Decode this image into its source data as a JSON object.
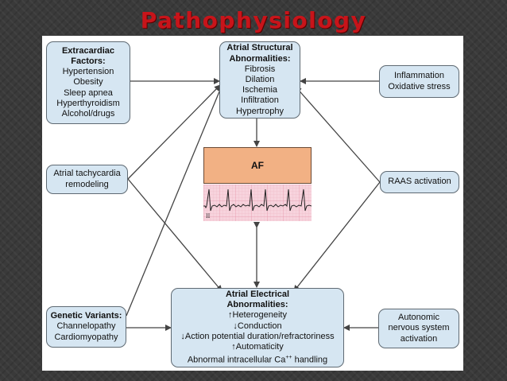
{
  "title": "Pathophysiology",
  "boxes": {
    "extracardiac": {
      "header": [
        "Extracardiac",
        "Factors:"
      ],
      "items": [
        "Hypertension",
        "Obesity",
        "Sleep apnea",
        "Hyperthyroidism",
        "Alcohol/drugs"
      ]
    },
    "structural": {
      "header": [
        "Atrial Structural",
        "Abnormalities:"
      ],
      "items": [
        "Fibrosis",
        "Dilation",
        "Ischemia",
        "Infiltration",
        "Hypertrophy"
      ]
    },
    "inflammation": {
      "items": [
        "Inflammation",
        "Oxidative stress"
      ]
    },
    "tachycardia": {
      "items": [
        "Atrial tachycardia",
        "remodeling"
      ]
    },
    "raas": {
      "items": [
        "RAAS activation"
      ]
    },
    "genetic": {
      "header": [
        "Genetic Variants:"
      ],
      "items": [
        "Channelopathy",
        "Cardiomyopathy"
      ]
    },
    "electrical": {
      "header": [
        "Atrial Electrical",
        "Abnormalities:"
      ],
      "items": [
        "↑Heterogeneity",
        "↓Conduction",
        "↓Action potential duration/refractoriness",
        "↑Automaticity"
      ],
      "last_prefix": "Abnormal intracellular Ca",
      "last_sup": "++",
      "last_suffix": " handling"
    },
    "autonomic": {
      "items": [
        "Autonomic",
        "nervous system",
        "activation"
      ]
    }
  },
  "af": {
    "label": "AF",
    "lead_label": "II"
  },
  "colors": {
    "title": "#c8141a",
    "box_fill": "#d6e6f2",
    "box_border": "#5f6a73",
    "af_fill": "#f2b184",
    "ecg_grid": "#f7d3dd",
    "arrow": "#444444"
  }
}
